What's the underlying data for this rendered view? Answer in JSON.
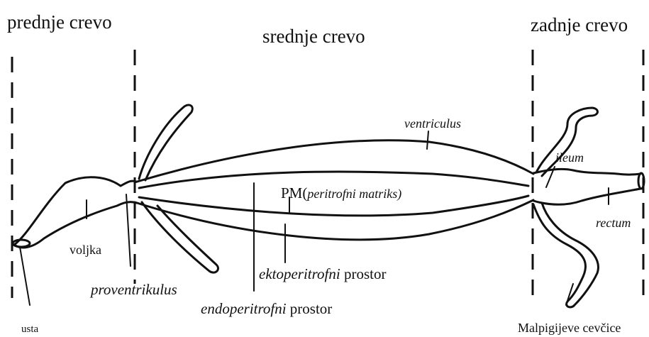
{
  "regions": {
    "foregut": "prednje crevo",
    "midgut": "srednje crevo",
    "hindgut": "zadnje crevo"
  },
  "labels": {
    "ventriculus": "ventriculus",
    "ileum": "ileum",
    "rectum": "rectum",
    "pm_prefix": "PM(",
    "pm_italic": "peritrofni matriks)",
    "voljka": "voljka",
    "proventrikulus": "proventrikulus",
    "ekto_italic": "ektoperitrofni",
    "ekto_rest": " prostor",
    "endo_italic": "endoperitrofni",
    "endo_rest": " prostor",
    "usta": "usta",
    "malpigijeve": "Malpigijeve cevčice"
  }
}
